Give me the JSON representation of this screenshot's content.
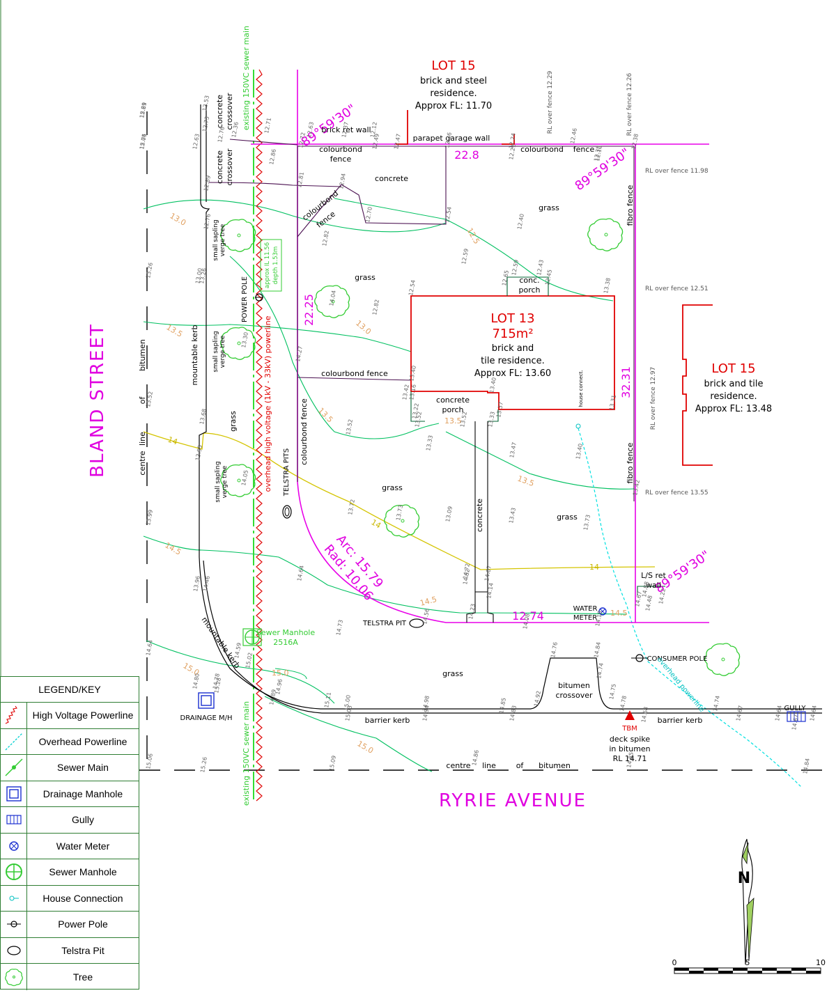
{
  "colors": {
    "boundary": "#e800e8",
    "building": "#e00000",
    "contour": "#00c060",
    "sewer": "#33dd33",
    "hv": "#e00000",
    "overhead": "#00e0e0",
    "fence": "#600060",
    "road": "#e000e0",
    "contour14": "#d4c400"
  },
  "labels": {
    "lot15_top": {
      "title": "LOT 15",
      "line1": "brick and steel",
      "line2": "residence.",
      "line3": "Approx FL: 11.70"
    },
    "lot13": {
      "title": "LOT 13",
      "area": "715m²",
      "line1": "brick and",
      "line2": "tile residence.",
      "line3": "Approx FL: 13.60"
    },
    "lot15_right": {
      "title": "LOT 15",
      "line1": "brick and tile",
      "line2": "residence.",
      "line3": "Approx FL: 13.48"
    },
    "street_bland": "BLAND STREET",
    "street_ryrie": "RYRIE AVENUE",
    "bearing_top": "89°59'30\"",
    "bearing_right": "89°59'30\"",
    "bearing_bottom": "89°59'30\"",
    "dim_top": "22.8",
    "dim_left": "22.25",
    "dim_right": "32.31",
    "dim_bottom": "12.74",
    "arc": "Arc: 15.79",
    "rad": "Rad: 10.06",
    "brick_ret_wall": "brick ret wall",
    "parapet": "parapet garage wall",
    "colourbond_fence": "colourbond",
    "fence_word": "fence",
    "colourbond_fence_full": "colourbond fence",
    "concrete": "concrete",
    "grass": "grass",
    "conc_porch_1": "conc.",
    "conc_porch_2": "porch",
    "concrete_porch_1": "concrete",
    "concrete_porch_2": "porch",
    "fibro_fence": "fibro fence",
    "house_connect": "house connect.",
    "rl_fence_1198": "RL over fence 11.98",
    "rl_fence_1251": "RL over fence 12.51",
    "rl_fence_1297": "RL over fence 12.97",
    "rl_fence_1355": "RL over fence 13.55",
    "rl_fence_1229": "RL over fence 12.29",
    "rl_fence_1226": "RL over fence 12.26",
    "power_pole": "POWER POLE",
    "telstra_pits": "TELSTRA PITS",
    "telstra_pit": "TELSTRA PIT",
    "water_meter_1": "WATER",
    "water_meter_2": "METER",
    "sewer_manhole_1": "Sewer Manhole",
    "sewer_manhole_2": "2516A",
    "drainage_mh": "DRAINAGE M/H",
    "consumer_pole": "CONSUMER POLE",
    "gully": "GULLY",
    "tbm": "TBM",
    "deck_spike_1": "deck spike",
    "deck_spike_2": "in bitumen",
    "deck_spike_3": "RL 14.71",
    "barrier_kerb": "barrier kerb",
    "bitumen_crossover_1": "bitumen",
    "bitumen_crossover_2": "crossover",
    "ls_ret_wall_1": "L/S ret",
    "ls_ret_wall_2": "wall",
    "mountable_kerb": "mountable kerb",
    "concrete_crossover_1": "concrete",
    "concrete_crossover_2": "crossover",
    "sewer_main": "existing 150VC sewer main",
    "hv_powerline": "overhead high voltage (1kV - 33kV) powerline",
    "small_sapling_1": "small sapling",
    "small_sapling_2": "verge tree",
    "approx_il_1": "approx IL 11.56",
    "approx_il_2": "depth 1.53m",
    "overhead_powerline": "overhead powerline",
    "centre_line": [
      "centre",
      "line",
      "of",
      "bitumen"
    ],
    "contour_130": "13.0",
    "contour_125": "12.5",
    "contour_135": "13.5",
    "contour_14": "14",
    "contour_145": "14.5",
    "contour_150": "15.0",
    "north": "N"
  },
  "spot_levels": [
    "12.61",
    "12.74",
    "12.63",
    "12.73",
    "12.53",
    "12.76",
    "12.36",
    "12.71",
    "12.63",
    "12.72",
    "12.37",
    "12.12",
    "12.49",
    "12.47",
    "12.36",
    "12.24",
    "12.21",
    "12.46",
    "12.35",
    "12.38",
    "12.86",
    "12.94",
    "12.81",
    "12.70",
    "12.54",
    "12.40",
    "12.10",
    "12.82",
    "12.59",
    "12.65",
    "12.59",
    "12.43",
    "12.45",
    "12.54",
    "12.82",
    "12.89",
    "12.76",
    "13.00",
    "13.26",
    "13.26",
    "13.30",
    "13.52",
    "13.68",
    "13.95",
    "14.05",
    "14.27",
    "14.04",
    "13.40",
    "13.42",
    "13.16",
    "13.22",
    "13.52",
    "13.52",
    "13.33",
    "13.37",
    "13.40",
    "13.52",
    "13.33",
    "13.47",
    "13.40",
    "13.38",
    "13.31",
    "13.42",
    "13.09",
    "13.43",
    "13.73",
    "13.72",
    "13.73",
    "13.99",
    "13.96",
    "14.46",
    "14.64",
    "14.73",
    "14.56",
    "14.82",
    "14.72",
    "14.23",
    "14.07",
    "14.14",
    "14.08",
    "14.18",
    "14.67",
    "14.88",
    "14.48",
    "14.22",
    "14.64",
    "14.59",
    "15.02",
    "14.96",
    "14.89",
    "15.11",
    "15.00",
    "15.03",
    "14.98",
    "14.94",
    "14.92",
    "14.85",
    "14.83",
    "14.76",
    "14.84",
    "14.74",
    "14.75",
    "14.78",
    "14.68",
    "14.74",
    "14.67",
    "14.64",
    "14.67",
    "14.64",
    "14.85",
    "14.84",
    "15.06",
    "15.26",
    "15.09",
    "14.86",
    "14.80",
    "14.78",
    "15.28",
    "15.29",
    "15.05"
  ],
  "legend": {
    "title": "LEGEND/KEY",
    "items": [
      {
        "label": "High Voltage Powerline",
        "icon": "hv-powerline-icon"
      },
      {
        "label": "Overhead Powerline",
        "icon": "overhead-powerline-icon"
      },
      {
        "label": "Sewer Main",
        "icon": "sewer-main-icon"
      },
      {
        "label": "Drainage Manhole",
        "icon": "drainage-manhole-icon"
      },
      {
        "label": "Gully",
        "icon": "gully-icon"
      },
      {
        "label": "Water Meter",
        "icon": "water-meter-icon"
      },
      {
        "label": "Sewer Manhole",
        "icon": "sewer-manhole-icon"
      },
      {
        "label": "House Connection",
        "icon": "house-connection-icon"
      },
      {
        "label": "Power Pole",
        "icon": "power-pole-icon"
      },
      {
        "label": "Telstra Pit",
        "icon": "telstra-pit-icon"
      },
      {
        "label": "Tree",
        "icon": "tree-icon"
      }
    ]
  },
  "scale": {
    "ticks": [
      "0",
      "5",
      "10"
    ]
  }
}
